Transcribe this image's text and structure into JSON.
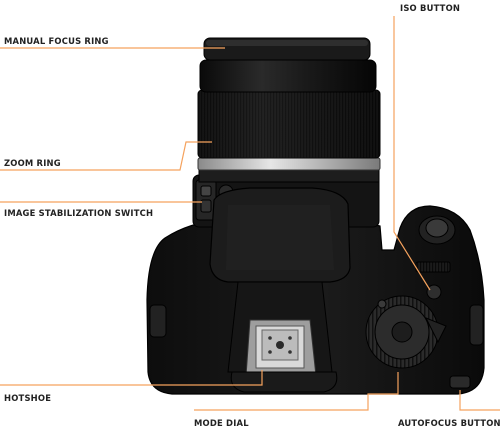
{
  "labels": {
    "manual_focus_ring": "MANUAL FOCUS RING",
    "zoom_ring": "ZOOM RING",
    "image_stabilization_switch": "IMAGE STABILIZATION SWITCH",
    "hotshoe": "HOTSHOE",
    "mode_dial": "MODE DIAL",
    "iso_button": "ISO BUTTON",
    "autofocus_button": "AUTOFOCUS BUTTON"
  },
  "colors": {
    "leader_line": "#f5a25d",
    "label_text": "#222222",
    "camera_body": "#111111",
    "metal": "#bdbdbd"
  }
}
